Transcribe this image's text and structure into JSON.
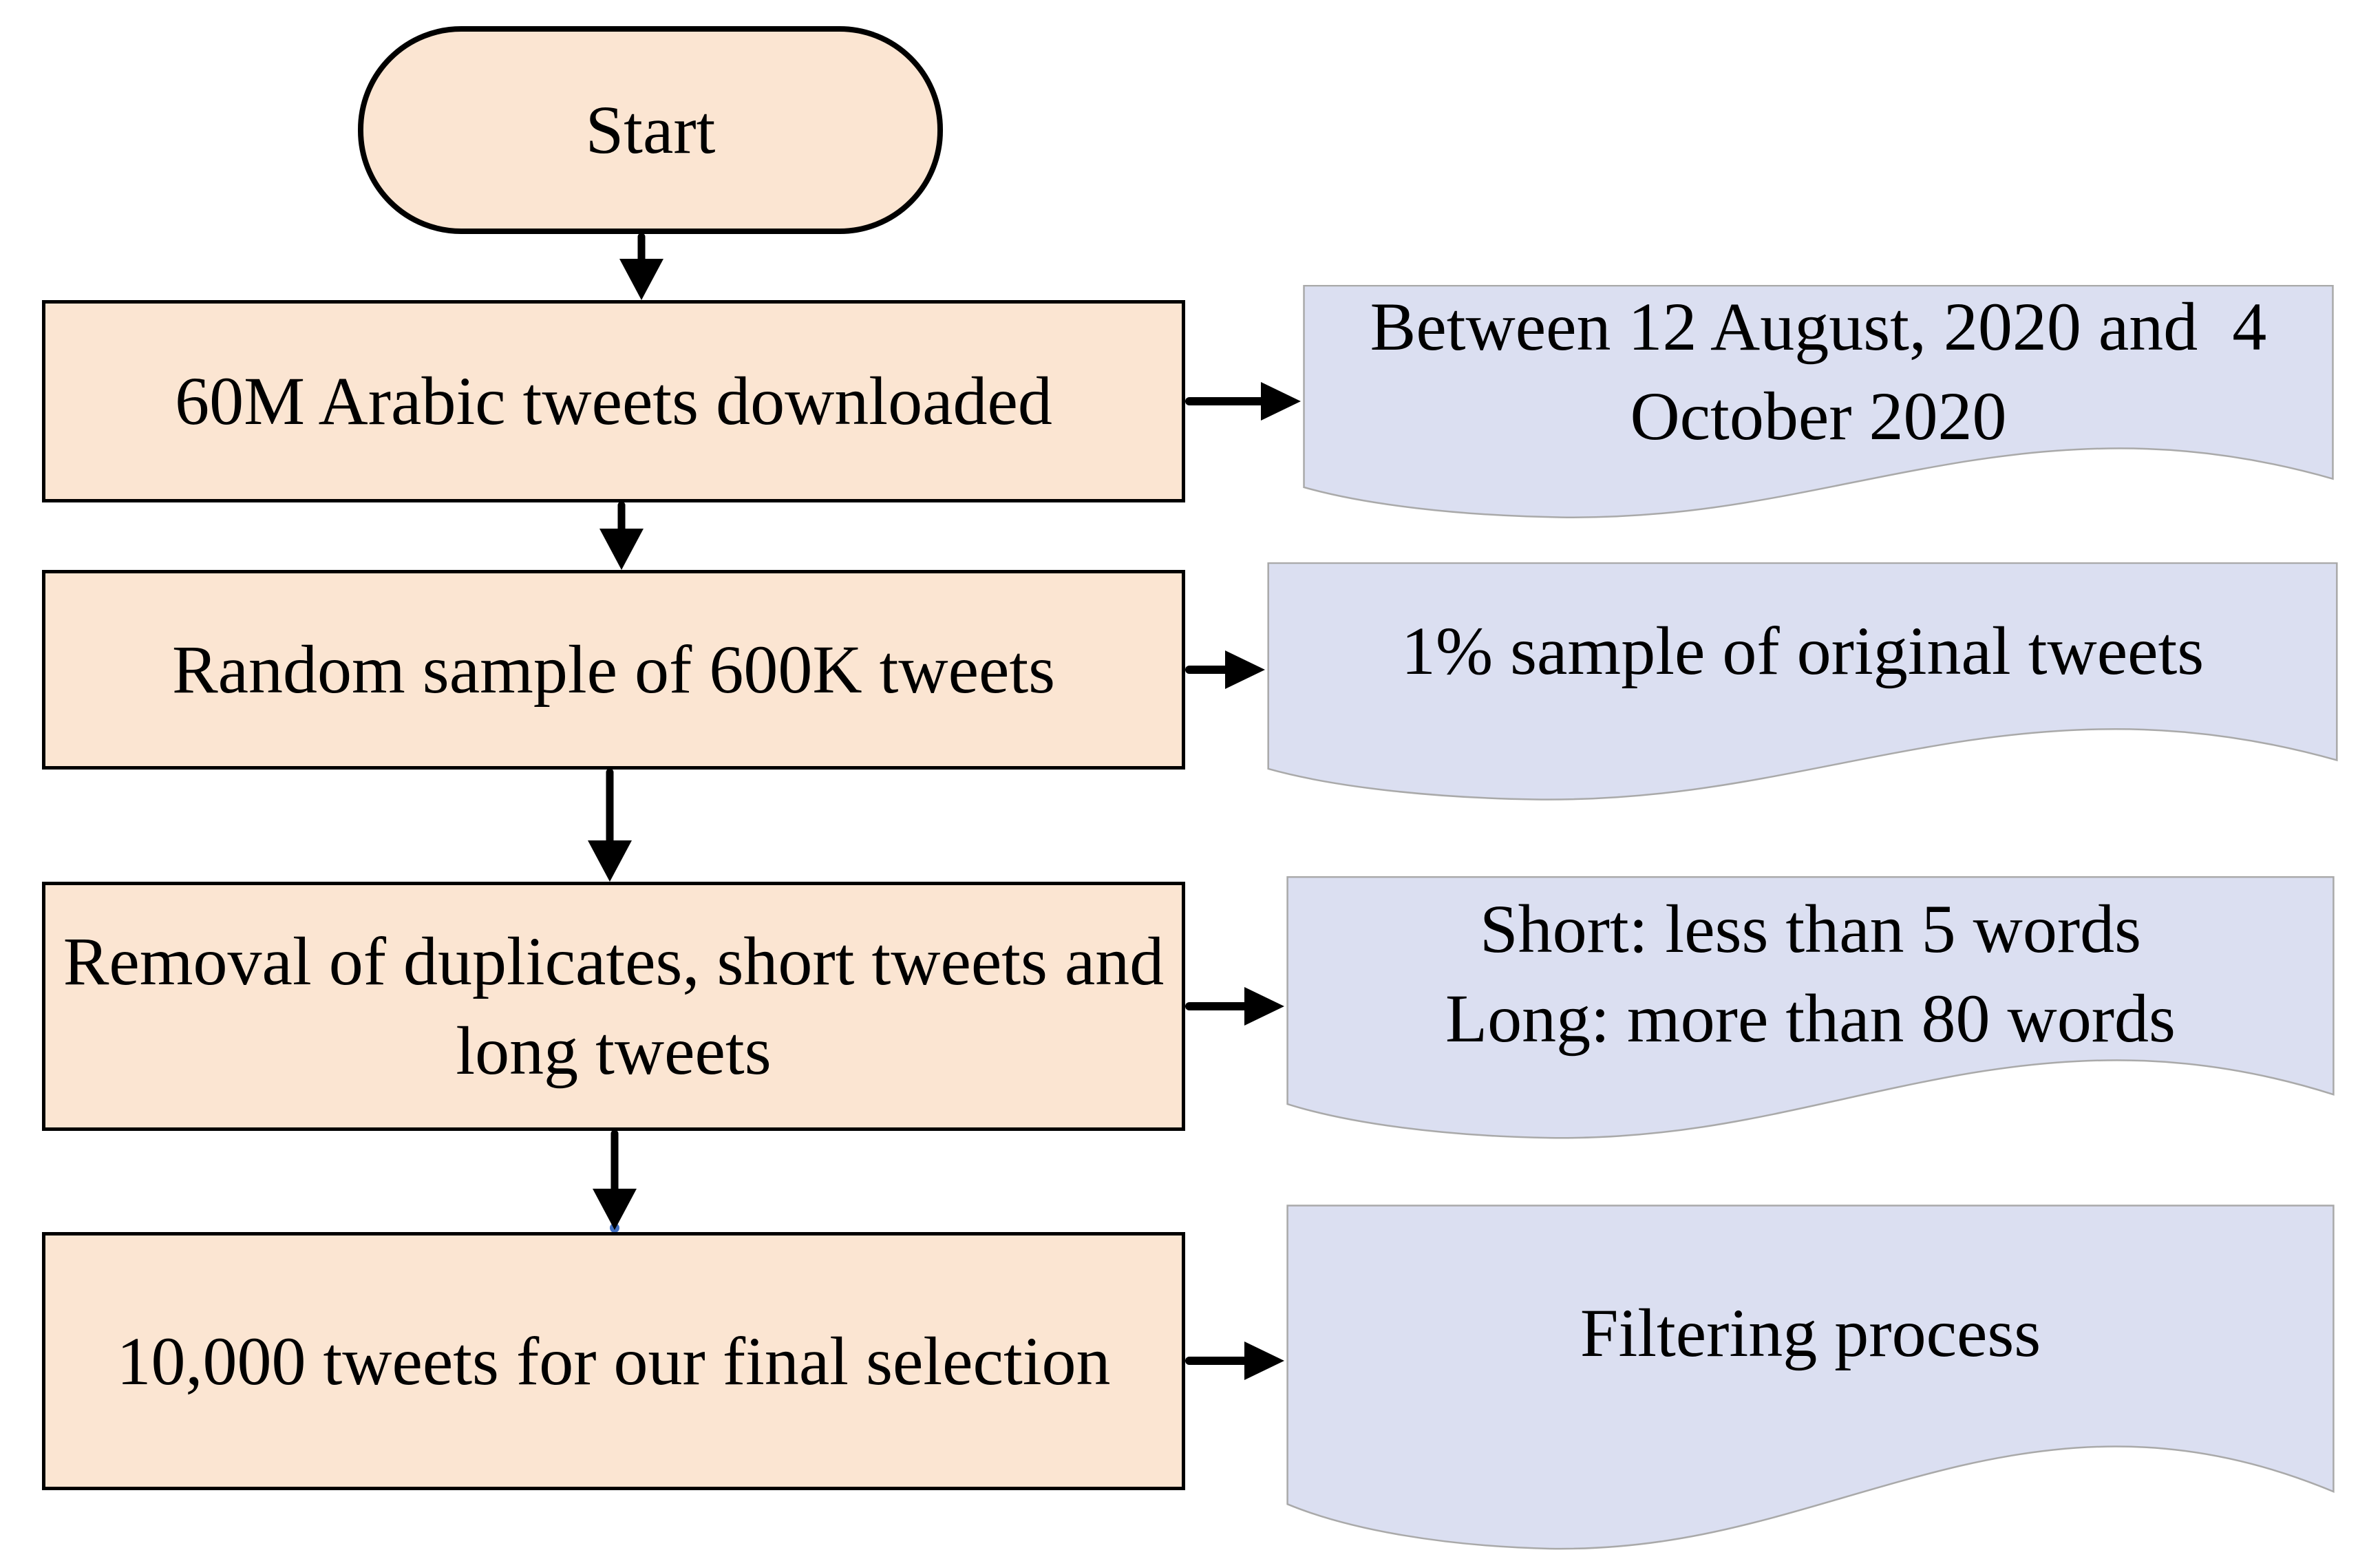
{
  "diagram": {
    "title_hint": "Tweet collection and filtering flowchart",
    "colors": {
      "process_fill": "#fbe5d2",
      "process_border": "#000000",
      "document_fill": "#dbdff1",
      "document_border": "#a9a9a9",
      "arrow": "#000000",
      "arrow_tip_artifact_blue": "#4472c4",
      "text": "#000000",
      "background": "#ffffff"
    },
    "start": {
      "label": "Start"
    },
    "steps": [
      {
        "label": "60M Arabic tweets downloaded"
      },
      {
        "label": "Random sample of 600K tweets"
      },
      {
        "label": "Removal of duplicates, short tweets and\nlong tweets"
      },
      {
        "label": "10,000 tweets for our final selection"
      }
    ],
    "notes": [
      {
        "label": "Between 12 August, 2020 and  4\nOctober 2020"
      },
      {
        "label": "1% sample of original tweets"
      },
      {
        "label": "Short: less than 5 words\nLong: more than 80 words"
      },
      {
        "label": "Filtering process"
      }
    ]
  }
}
